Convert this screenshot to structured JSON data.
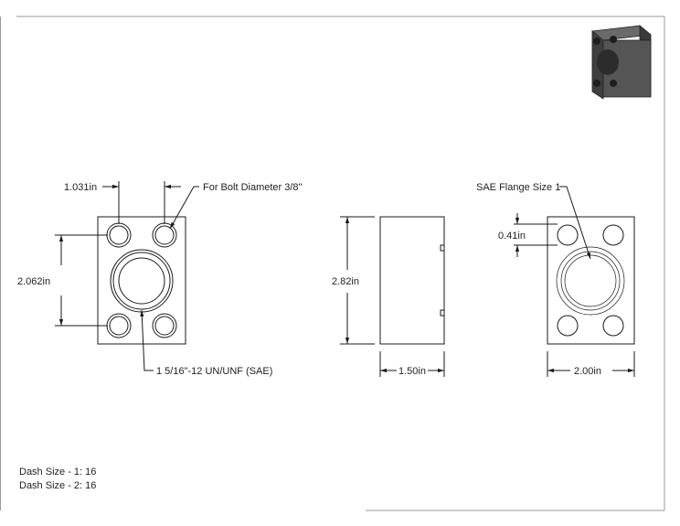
{
  "front_view": {
    "bolt_spacing_dim": "1.031in",
    "bolt_callout": "For Bolt Diameter 3/8\"",
    "vertical_spacing_dim": "2.062in",
    "thread_callout": "1 5/16\"-12 UN/UNF (SAE)"
  },
  "side_view": {
    "height_dim": "2.82in",
    "width_dim": "1.50in"
  },
  "rear_view": {
    "flange_callout": "SAE Flange Size 1",
    "offset_dim": "0.41in",
    "width_dim": "2.00in"
  },
  "notes": [
    "Dash Size - 1: 16",
    "Dash Size - 2: 16"
  ],
  "colors": {
    "line": "#1a1a1a",
    "border": "#9a9a9a",
    "part_thumbnail": "#4a4a4a"
  }
}
